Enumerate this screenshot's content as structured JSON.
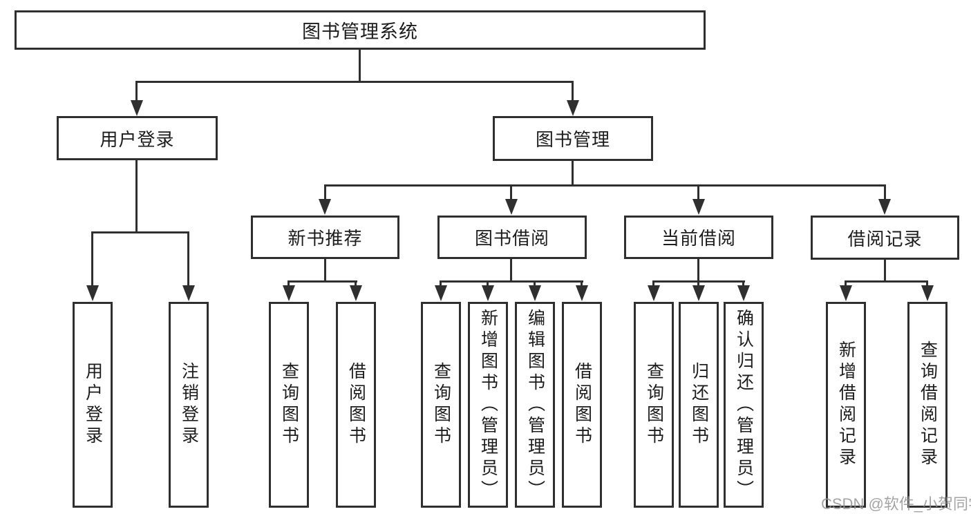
{
  "colors": {
    "line": "#2f2f2f",
    "text": "#1c1c1c",
    "background": "#ffffff",
    "watermark": "#949494"
  },
  "watermark": {
    "text": "CSDN @软件_小贺同学"
  },
  "tree": {
    "root": {
      "label": "图书管理系统"
    },
    "branches": [
      {
        "label": "用户登录",
        "children": [
          {
            "label": "用户登录"
          },
          {
            "label": "注销登录"
          }
        ]
      },
      {
        "label": "图书管理",
        "children": [
          {
            "label": "新书推荐",
            "children": [
              {
                "label": "查询图书"
              },
              {
                "label": "借阅图书"
              }
            ]
          },
          {
            "label": "图书借阅",
            "children": [
              {
                "label": "查询图书"
              },
              {
                "label": "新增图书（管理员）"
              },
              {
                "label": "编辑图书（管理员）"
              },
              {
                "label": "借阅图书"
              }
            ]
          },
          {
            "label": "当前借阅",
            "children": [
              {
                "label": "查询图书"
              },
              {
                "label": "归还图书"
              },
              {
                "label": "确认归还（管理员）"
              }
            ]
          },
          {
            "label": "借阅记录",
            "children": [
              {
                "label": "新增借阅记录"
              },
              {
                "label": "查询借阅记录"
              }
            ]
          }
        ]
      }
    ]
  }
}
